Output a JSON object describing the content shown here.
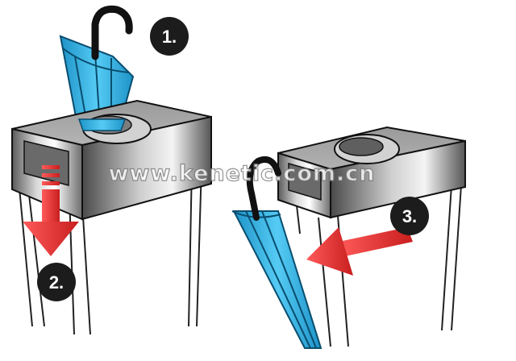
{
  "watermark": "www.kenetic.com.cn",
  "steps": [
    {
      "id": "step-1",
      "label": "1."
    },
    {
      "id": "step-2",
      "label": "2."
    },
    {
      "id": "step-3",
      "label": "3."
    }
  ],
  "colors": {
    "umbrella_blue": "#32b4ea",
    "arrow_red": "#e02a2a",
    "holder_gray": "#8c8c8c",
    "badge_black": "#1c1c1c"
  }
}
